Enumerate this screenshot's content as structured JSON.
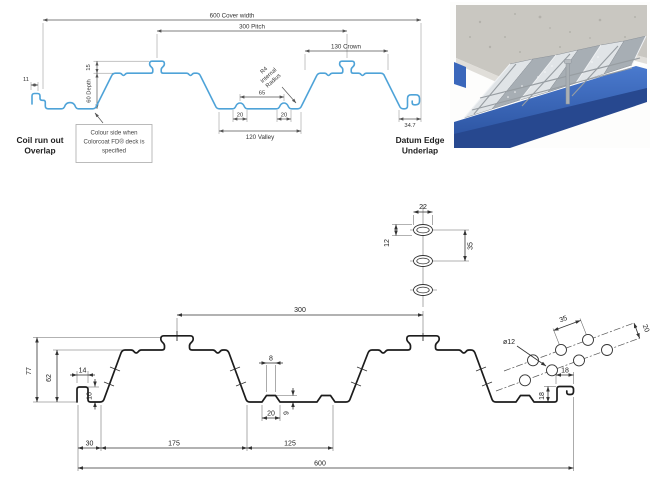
{
  "top_drawing": {
    "profile_color": "#4fa3d8",
    "dim_cover_width": "600 Cover width",
    "dim_pitch": "300 Pitch",
    "dim_crown": "130 Crown",
    "dim_15": "15",
    "dim_depth": "60 Depth",
    "dim_11": "11",
    "dim_65": "65",
    "dim_20_left": "20",
    "dim_20_right": "20",
    "dim_valley": "120 Valley",
    "radius_note_line1": "R4",
    "radius_note_line2": "Internal",
    "radius_note_line3": "Radius",
    "dim_34_7": "34.7",
    "label_overlap_line1": "Coil run out",
    "label_overlap_line2": "Overlap",
    "label_underlap_line1": "Datum Edge",
    "label_underlap_line2": "Underlap",
    "note_box_line1": "Colour side when",
    "note_box_line2": "Colorcoat FD® deck is",
    "note_box_line3": "specified"
  },
  "photo": {
    "concrete_color": "#c9c7c1",
    "deck_light": "#e0e4e7",
    "deck_dark": "#a7aeb4",
    "beam_blue": "#3465b8"
  },
  "emboss_detail": {
    "dim_22": "22",
    "dim_12": "12",
    "dim_35": "35"
  },
  "bottom_drawing": {
    "line_color": "#1c1c1c",
    "dim_300": "300",
    "dim_77": "77",
    "dim_62": "62",
    "dim_14": "14",
    "dim_16": "16",
    "dim_8": "8",
    "dim_20_bump": "20",
    "dim_9": "9",
    "dim_30": "30",
    "dim_175": "175",
    "dim_125": "125",
    "dim_600": "600",
    "hole_dia": "ø12",
    "hole_spacing_35": "35",
    "hole_rows_20": "20",
    "dim_18_top": "18",
    "dim_18_side": "18"
  }
}
